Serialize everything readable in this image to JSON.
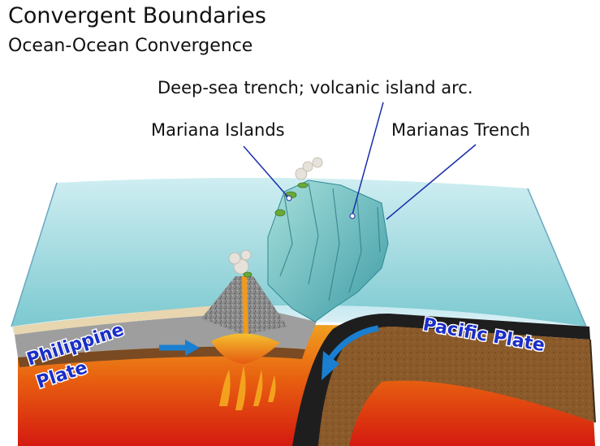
{
  "header": {
    "title": "Convergent Boundaries",
    "subtitle": "Ocean-Ocean Convergence"
  },
  "labels": {
    "deep_sea": "Deep-sea trench; volcanic island arc.",
    "mariana_islands": "Mariana Islands",
    "marianas_trench": "Marianas Trench"
  },
  "plates": {
    "philippine_line1": "Philippine",
    "philippine_line2": "Plate",
    "pacific": "Pacific Plate"
  },
  "colors": {
    "water": "#8fd3d8",
    "water_dark": "#4fb0bb",
    "crust": "#8a8a8a",
    "mantle_top": "#e07a10",
    "mantle_bottom": "#d82010",
    "plate_label": "#1a2ec8",
    "arrow": "#1a7fd0"
  }
}
